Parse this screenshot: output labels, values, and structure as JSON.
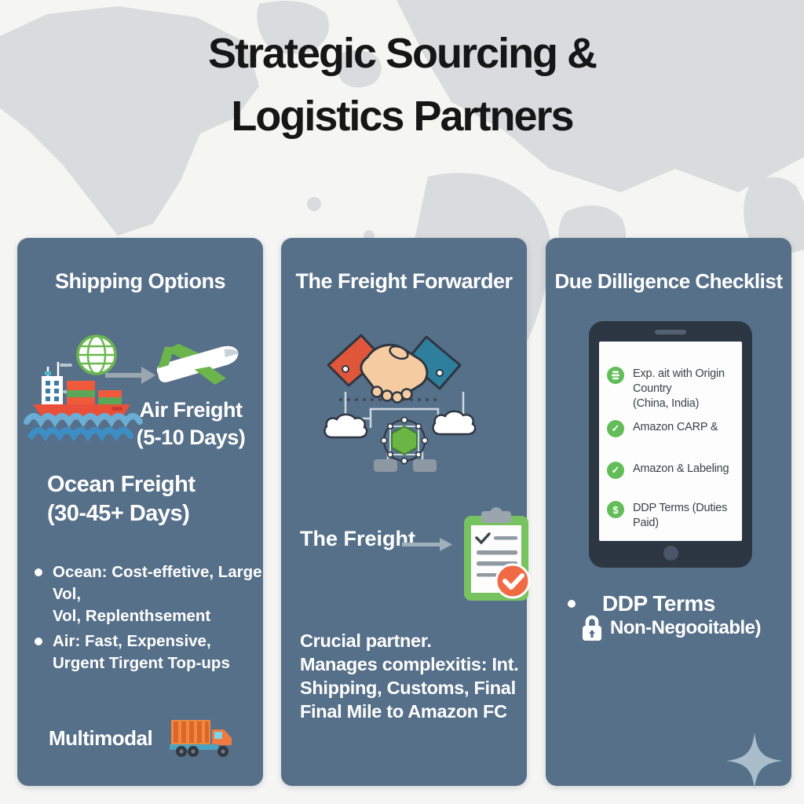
{
  "title": {
    "line1": "Strategic Sourcing &",
    "line2": "Logistics Partners"
  },
  "colors": {
    "page_bg": "#f5f5f4",
    "map_gray": "#dadbdc",
    "card_bg": "#56708a",
    "title_text": "#161616",
    "text_light": "#ffffff",
    "accent_orange": "#ee6a3c",
    "accent_green": "#6ab74f",
    "accent_teal": "#2e7f9e",
    "wave_blue": "#4a9bd0",
    "tablet_frame": "#2d3743",
    "check_green": "#62bd58",
    "sparkle_gray": "#a9bdcb"
  },
  "shipping_card": {
    "header": "Shipping Options",
    "air_freight_title": "Air Freight",
    "air_freight_days": "(5-10 Days)",
    "ocean_freight_title": "Ocean Freight",
    "ocean_freight_days": "(30-45+ Days)",
    "bullet1_line1": "Ocean: Cost-effetive, Large Vol,",
    "bullet1_line2": "Vol, Replenthsement",
    "bullet2_line1": "Air: Fast, Expensive,",
    "bullet2_line2": "Urgent Tirgent Top-ups",
    "multimodal_label": "Multimodal"
  },
  "forwarder_card": {
    "header": "The Freight Forwarder",
    "freight_label": "The Freight",
    "desc_line1": "Crucial partner.",
    "desc_line2": "Manages complexitis: Int.",
    "desc_line3": "Shipping, Customs, Final",
    "desc_line4": "Final Mile to Amazon FC"
  },
  "checklist_card": {
    "header": "Due Dilligence Checklist",
    "items": [
      {
        "icon": "coins-icon",
        "text_line1": "Exp. ait with Origin Country",
        "text_line2": "(China, India)"
      },
      {
        "icon": "check-icon",
        "text_line1": "Amazon CARP &",
        "text_line2": ""
      },
      {
        "icon": "check-icon",
        "text_line1": "Amazon & Labeling",
        "text_line2": ""
      },
      {
        "icon": "dollar-icon",
        "text_line1": "DDP Terms (Duties Paid)",
        "text_line2": ""
      }
    ],
    "check_glyph": "✓",
    "dollar_glyph": "$",
    "ddp_terms_label": "DDP Terms",
    "non_negotiable_label": "Non-Negooitable)"
  }
}
